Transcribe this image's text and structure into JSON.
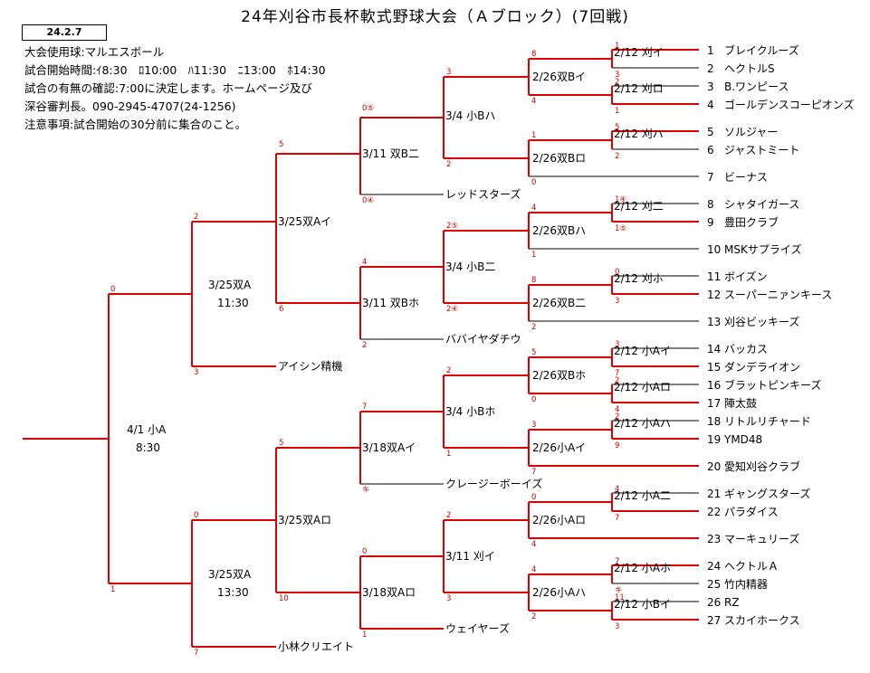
{
  "title": "24年刈谷市長杯軟式野球大会（Ａブロック）(7回戦)",
  "date_box": "24.2.7",
  "info": [
    "大会使用球:マルエスボール",
    "試合開始時間:ｲ8:30　ﾛ10:00　ﾊ11:30　ﾆ13:00　ﾎ14:30",
    "試合の有無の確認:7:00に決定します。ホームページ及び",
    "深谷審判長。090-2945-4707(24-1256)",
    "注意事項:試合開始の30分前に集合のこと。"
  ],
  "teams": [
    {
      "num": "1",
      "name": "ブレイクルーズ"
    },
    {
      "num": "2",
      "name": "ヘクトルS"
    },
    {
      "num": "3",
      "name": "B.ワンピース"
    },
    {
      "num": "4",
      "name": "ゴールデンスコーピオンズ"
    },
    {
      "num": "5",
      "name": "ソルジャー"
    },
    {
      "num": "6",
      "name": "ジャストミート"
    },
    {
      "num": "7",
      "name": "ビーナス"
    },
    {
      "num": "8",
      "name": "シャタイガース"
    },
    {
      "num": "9",
      "name": "豊田クラブ"
    },
    {
      "num": "10",
      "name": "MSKサプライズ"
    },
    {
      "num": "11",
      "name": "ボイズン"
    },
    {
      "num": "12",
      "name": "スーパーニァンキース"
    },
    {
      "num": "13",
      "name": "刈谷ビッキーズ"
    },
    {
      "num": "14",
      "name": "バッカス"
    },
    {
      "num": "15",
      "name": "ダンデライオン"
    },
    {
      "num": "16",
      "name": "ブラットピンキーズ"
    },
    {
      "num": "17",
      "name": "陣太鼓"
    },
    {
      "num": "18",
      "name": "リトルリチャード"
    },
    {
      "num": "19",
      "name": "YMD48"
    },
    {
      "num": "20",
      "name": "愛知刈谷クラブ"
    },
    {
      "num": "21",
      "name": "ギャングスターズ"
    },
    {
      "num": "22",
      "name": "パラダイス"
    },
    {
      "num": "23",
      "name": "マーキュリーズ"
    },
    {
      "num": "24",
      "name": "ヘクトルＡ"
    },
    {
      "num": "25",
      "name": "竹内精器"
    },
    {
      "num": "26",
      "name": "RZ"
    },
    {
      "num": "27",
      "name": "スカイホークス"
    }
  ],
  "inner_teams": {
    "red_stars": "レッドスターズ",
    "babaiyadachiu": "ババイヤダチウ",
    "aisin": "アイシン精機",
    "crazy_boys": "クレージーボーイズ",
    "wayers": "ウェイヤーズ",
    "kobayashi": "小林クリエイト"
  },
  "matches": {
    "r1_a": "2/12 刈イ",
    "r1_b": "2/12 刈ロ",
    "r1_c": "2/12 刈ハ",
    "r1_d": "2/12 刈二",
    "r1_e": "2/12 刈ホ",
    "r1_f": "2/12 小Aイ",
    "r1_g": "2/12 小Aロ",
    "r1_h": "2/12 小Aハ",
    "r1_i": "2/12 小A二",
    "r1_j": "2/12 小Aホ",
    "r1_k": "2/12 小Bイ",
    "r2_a": "2/26双Bイ",
    "r2_b": "2/26双Bロ",
    "r2_c": "2/26双Bハ",
    "r2_d": "2/26双B二",
    "r2_e": "2/26双Bホ",
    "r2_f": "2/26小Aイ",
    "r2_g": "2/26小Aロ",
    "r2_h": "2/26小Aハ",
    "r3_a": "3/4 小Bハ",
    "r3_b": "3/4 小B二",
    "r3_c": "3/4 小Bホ",
    "r3_d": "3/11 刈イ",
    "r4_a": "3/11 双B二",
    "r4_b": "3/11 双Bホ",
    "r4_c": "3/18双Aイ",
    "r4_d": "3/18双Aロ",
    "r5_a": "3/25双Aイ",
    "r5_b": "3/25双Aロ",
    "r6_a_1": "3/25双A",
    "r6_a_2": "11:30",
    "r6_b_1": "3/25双A",
    "r6_b_2": "13:30",
    "final_1": "4/1 小A",
    "final_2": "8:30"
  },
  "scores": {
    "t1": "1",
    "t2": "3",
    "t3": "2",
    "t4": "1",
    "t5": "5",
    "t6": "2",
    "t8": "1④",
    "t9": "1⑤",
    "t11": "0",
    "t12": "3",
    "t14": "3",
    "t15": "7",
    "t16": "2",
    "t17": "4",
    "t18": "2",
    "t19": "9",
    "t21": "4",
    "t22": "7",
    "t24": "7",
    "t25": "キ",
    "t26": "11",
    "t27": "3",
    "r2a_top": "8",
    "r2a_bot": "4",
    "r2b_top": "1",
    "r2b_bot": "0",
    "r2c_top": "4",
    "r2c_bot": "1",
    "r2d_top": "8",
    "r2d_bot": "2",
    "r2e_top": "5",
    "r2e_bot": "0",
    "r2f_top": "3",
    "r2f_bot": "7",
    "r2g_top": "0",
    "r2g_bot": "4",
    "r2h_top": "4",
    "r2h_bot": "2",
    "r3a_top": "3",
    "r3a_bot": "2",
    "r3b_top": "2⑤",
    "r3b_bot": "2④",
    "r3c_top": "2",
    "r3c_bot": "1",
    "r3d_top": "2",
    "r3d_bot": "3",
    "r4a_top": "0⑤",
    "r4a_bot": "0④",
    "r4b_top": "4",
    "r4b_bot": "2",
    "r4c_top": "7",
    "r4c_bot": "キ",
    "r4d_top": "0",
    "r4d_bot": "1",
    "r5a_top": "5",
    "r5a_bot": "6",
    "r5b_top": "5",
    "r5b_bot": "10",
    "r6a_top": "2",
    "r6a_bot": "3",
    "r6b_top": "0",
    "r6b_bot": "7",
    "f_top": "0",
    "f_bot": "1"
  },
  "colors": {
    "winner": "#dd0000",
    "loser": "#000000",
    "score": "#cc0000"
  }
}
